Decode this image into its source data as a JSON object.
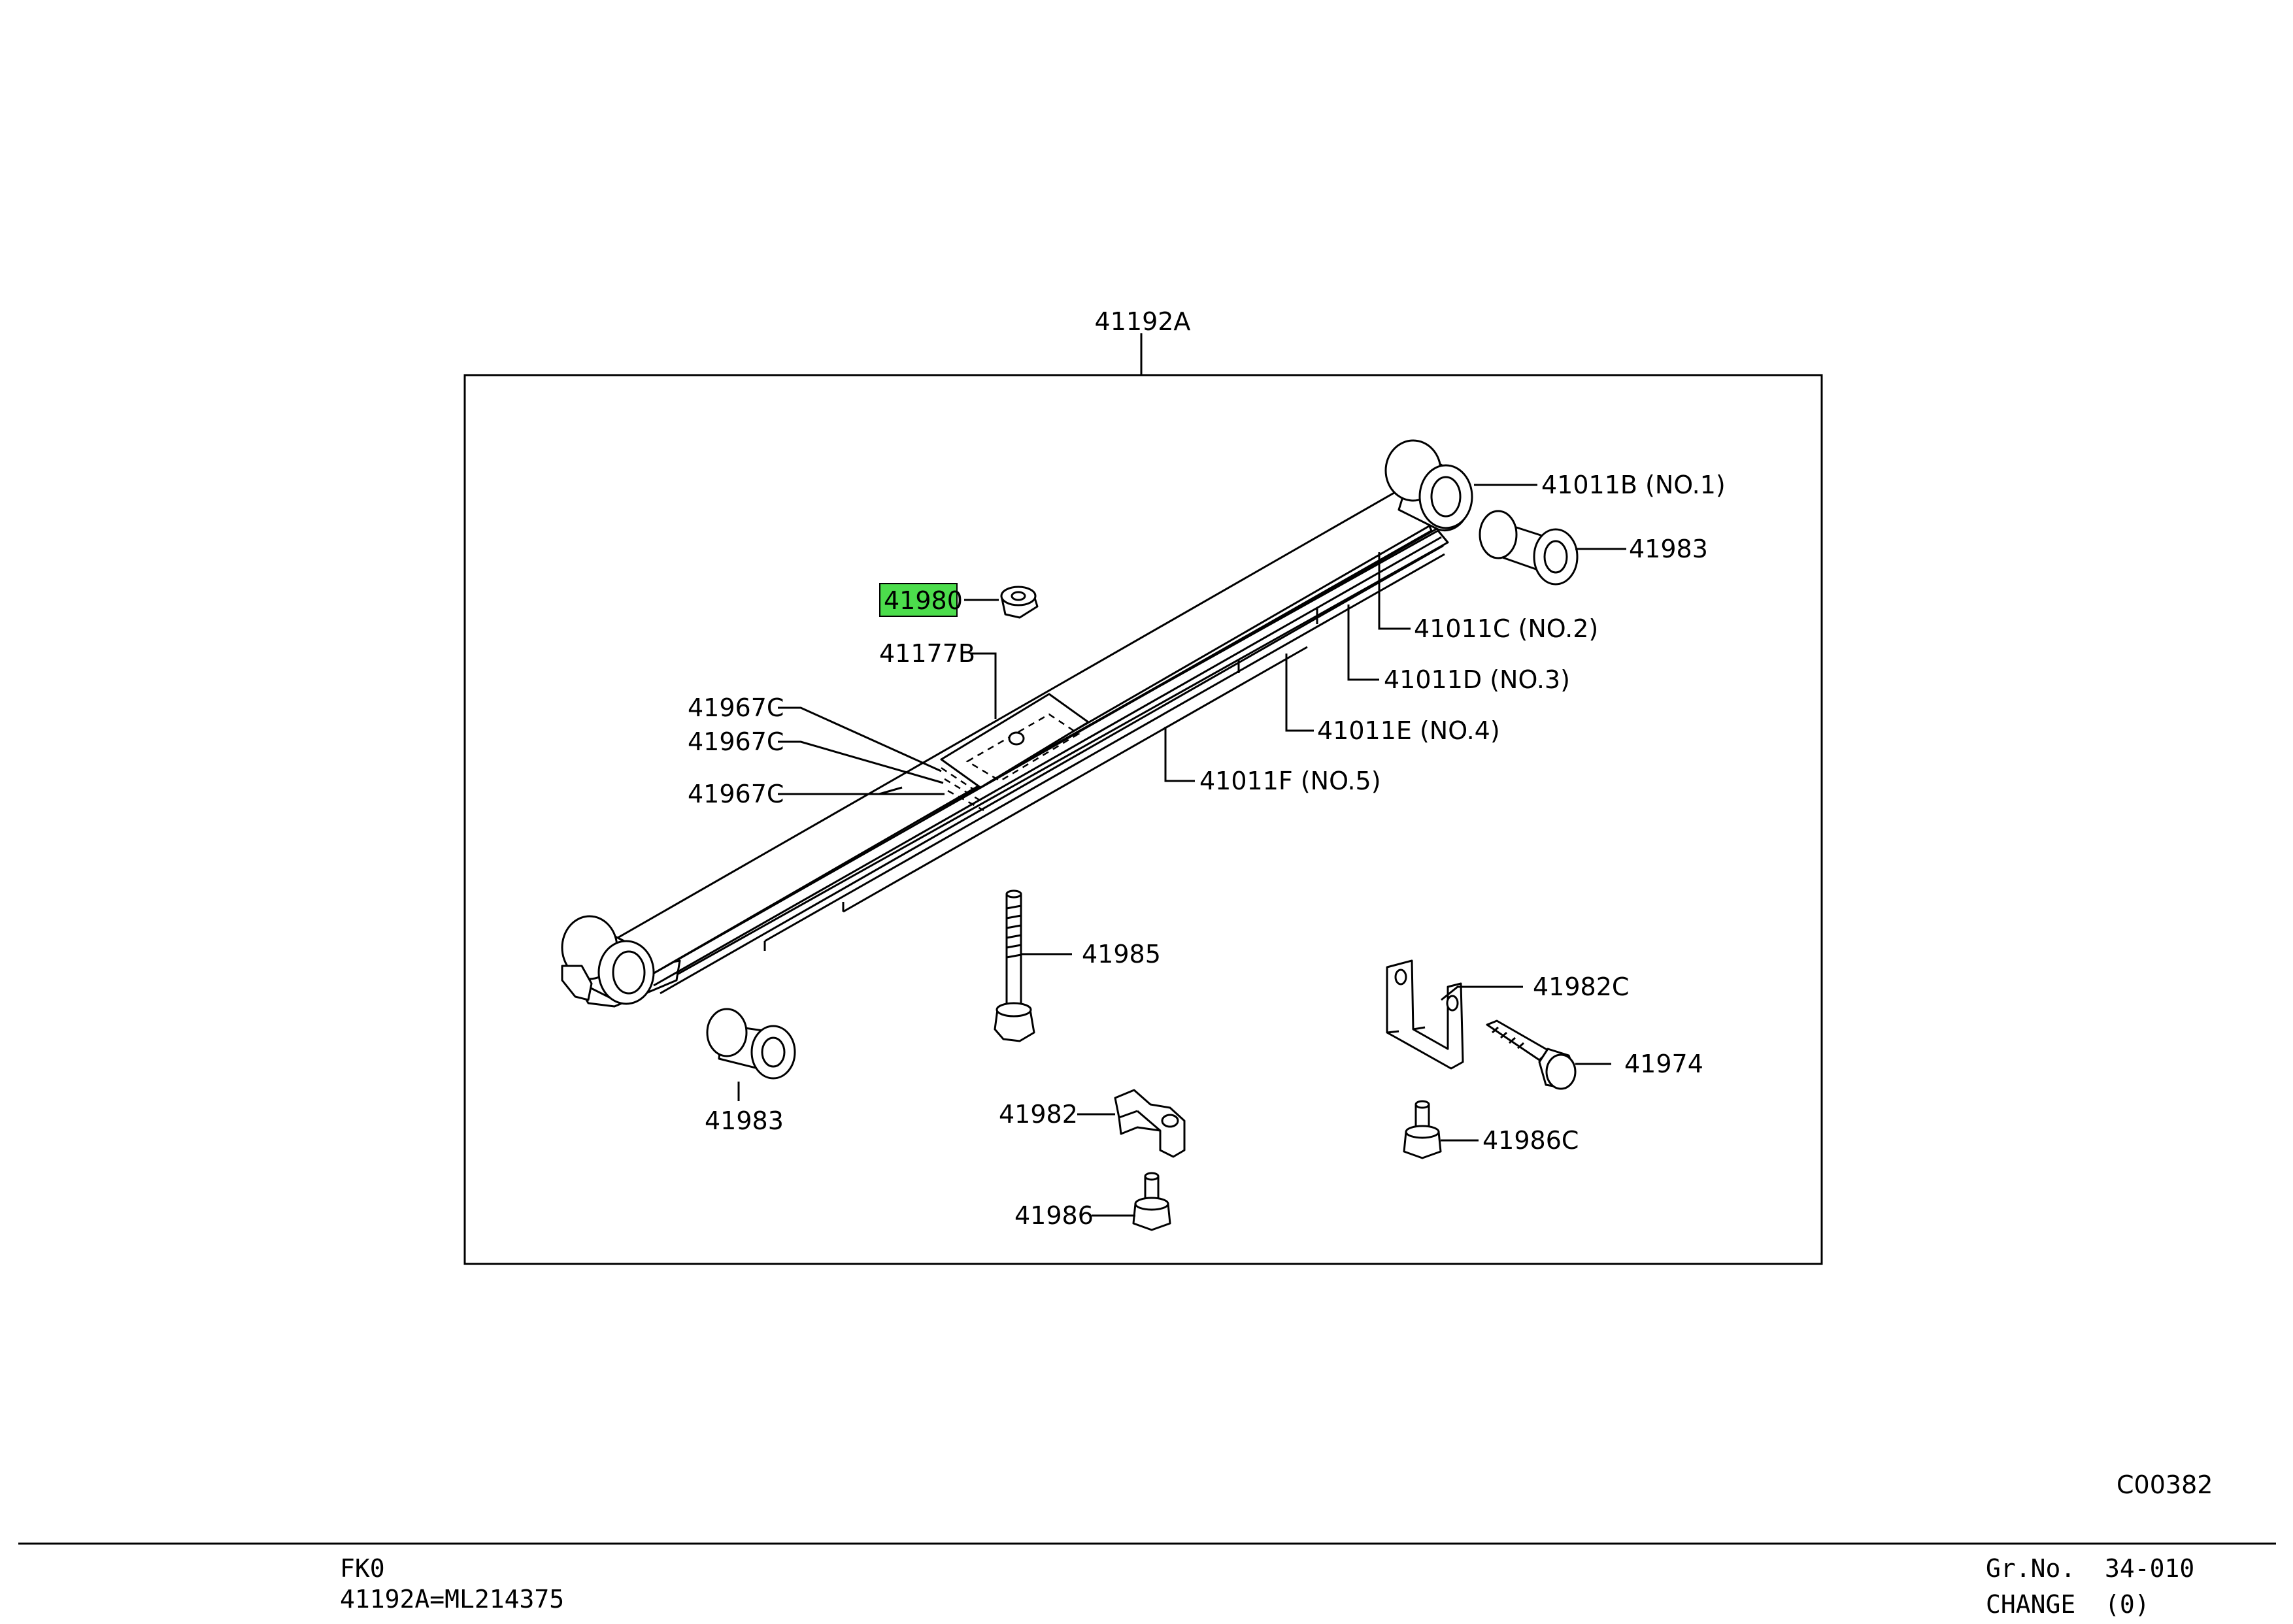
{
  "diagram": {
    "assembly_label": "41192A",
    "labels": {
      "p41011B": "41011B (NO.1)",
      "p41983_top": "41983",
      "p41980": "41980",
      "p41011C": "41011C (NO.2)",
      "p41177B": "41177B",
      "p41011D": "41011D (NO.3)",
      "p41967C_1": "41967C",
      "p41011E": "41011E (NO.4)",
      "p41967C_2": "41967C",
      "p41011F": "41011F (NO.5)",
      "p41967C_3": "41967C",
      "p41985": "41985",
      "p41982C": "41982C",
      "p41974": "41974",
      "p41983_bottom": "41983",
      "p41982": "41982",
      "p41986C": "41986C",
      "p41986": "41986"
    },
    "highlight_color": "#4cdd4c",
    "highlighted_part": "41980",
    "illustration_code": "C00382"
  },
  "footer": {
    "model": "FK0",
    "assembly_note": "41192A=ML214375",
    "group_label": "Gr.No.",
    "group_value": "34-010",
    "change_label": "CHANGE",
    "change_value": "(0)"
  }
}
